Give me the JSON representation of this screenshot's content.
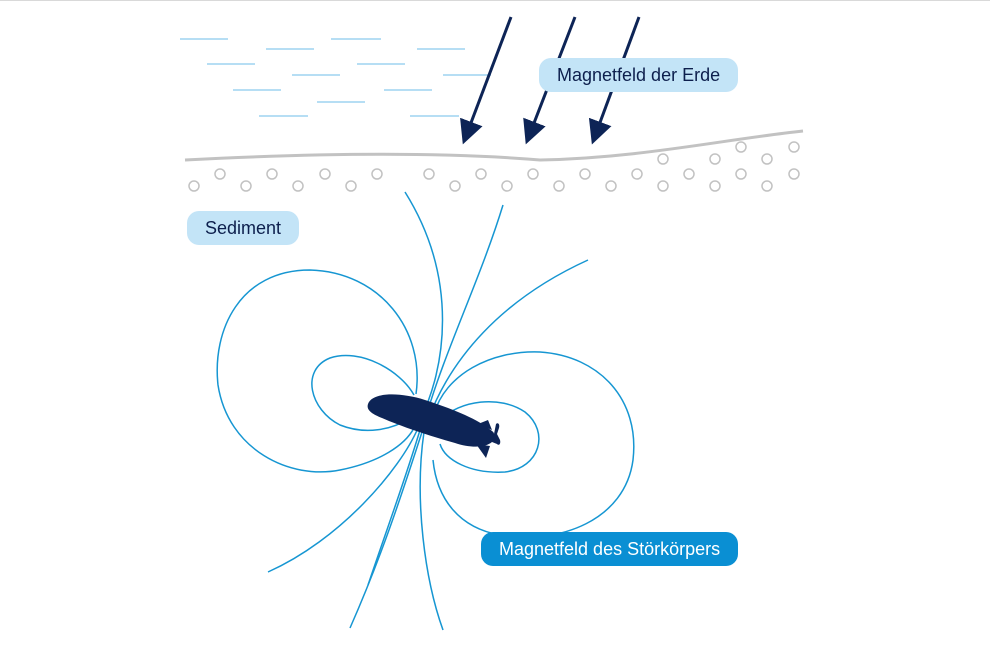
{
  "labels": {
    "earth_field": "Magnetfeld der Erde",
    "sediment": "Sediment",
    "object_field": "Magnetfeld des Störkörpers"
  },
  "icons": {
    "earth_field_arrows": "arrow-down-left-icon",
    "object": "torpedo-object-icon"
  },
  "colors": {
    "navy": "#0d2456",
    "field_line": "#1696d2",
    "water_line": "#9dd3f0",
    "seabed": "#c2c2c2",
    "label_light_bg": "#c3e4f7",
    "label_dark_bg": "#0a8fd3"
  }
}
